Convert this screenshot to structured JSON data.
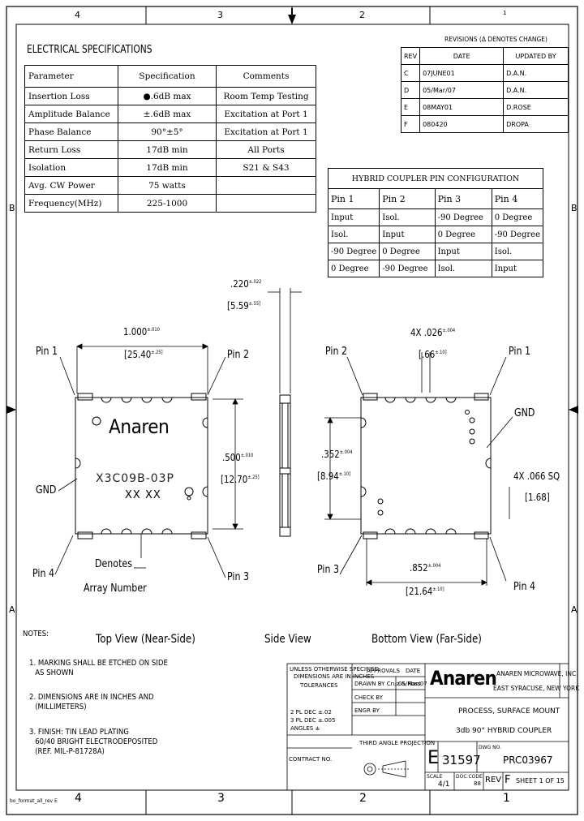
{
  "zones": {
    "top": [
      "4",
      "3",
      "2",
      "1"
    ],
    "bottom": [
      "4",
      "3",
      "2",
      "1"
    ],
    "left": [
      "B",
      "A"
    ],
    "right": [
      "B",
      "A"
    ]
  },
  "elec": {
    "title": "ELECTRICAL SPECIFICATIONS",
    "headers": [
      "Parameter",
      "Specification",
      "Comments"
    ],
    "rows": [
      [
        "Insertion Loss",
        "●.6dB max",
        "Room Temp Testing"
      ],
      [
        "Amplitude Balance",
        "±.6dB max",
        "Excitation at Port 1"
      ],
      [
        "Phase Balance",
        "90°±5°",
        "Excitation at Port 1"
      ],
      [
        "Return Loss",
        "17dB min",
        "All Ports"
      ],
      [
        "Isolation",
        "17dB min",
        "S21 & S43"
      ],
      [
        "Avg. CW Power",
        "75 watts",
        ""
      ],
      [
        "Frequency(MHz)",
        "225-1000",
        ""
      ]
    ]
  },
  "revisions": {
    "title": "REVISIONS (Δ DENOTES CHANGE)",
    "headers": [
      "REV",
      "DATE",
      "UPDATED BY"
    ],
    "rows": [
      [
        "C",
        "07JUNE01",
        "D.A.N."
      ],
      [
        "D",
        "05/Mar/07",
        "D.A.N."
      ],
      [
        "E",
        "08MAY01",
        "D.ROSE"
      ],
      [
        "F",
        "080420",
        "DROPA"
      ]
    ]
  },
  "pinconfig": {
    "title": "HYBRID COUPLER PIN CONFIGURATION",
    "headers": [
      "Pin 1",
      "Pin 2",
      "Pin 3",
      "Pin 4"
    ],
    "rows": [
      [
        "Input",
        "Isol.",
        "-90 Degree",
        "0 Degree"
      ],
      [
        "Isol.",
        "Input",
        "0 Degree",
        "-90 Degree"
      ],
      [
        "-90 Degree",
        "0 Degree",
        "Input",
        "Isol."
      ],
      [
        "0 Degree",
        "-90 Degree",
        "Isol.",
        "Input"
      ]
    ]
  },
  "top_view": {
    "pin1": "Pin 1",
    "pin2": "Pin 2",
    "pin3": "Pin 3",
    "pin4": "Pin 4",
    "gnd": "GND",
    "denotes_1": "Denotes",
    "denotes_2": "Array Number",
    "logo": "Anaren",
    "part": "X3C09B-03P",
    "array": "XX XX",
    "dim_w": "1.000",
    "dim_w_tol": "±.010",
    "dim_w_mm": "[25.40",
    "dim_w_mm_tol": "±.25]",
    "dim_h": ".500",
    "dim_h_tol": "±.010",
    "dim_h_mm": "[12.70",
    "dim_h_mm_tol": "±.25]",
    "side_t": ".220",
    "side_t_tol": "±.022",
    "side_t_mm": "[5.59",
    "side_t_mm_tol": "±.55]",
    "caption": "Top View (Near-Side)"
  },
  "side_view": {
    "caption": "Side View"
  },
  "bottom_view": {
    "pin1": "Pin 1",
    "pin2": "Pin 2",
    "pin3": "Pin 3",
    "pin4": "Pin 4",
    "gnd": "GND",
    "pad_w": "4X .026",
    "pad_w_tol": "±.004",
    "pad_w_mm": "[.66",
    "pad_w_mm_tol": "±.10]",
    "pitch": ".352",
    "pitch_tol": "±.004",
    "pitch_mm": "[8.94",
    "pitch_mm_tol": "±.10]",
    "sq": "4X .066 SQ",
    "sq_mm": "[1.68]",
    "span": ".852",
    "span_tol": "±.004",
    "span_mm": "[21.64",
    "span_mm_tol": "±.10]",
    "caption": "Bottom View (Far-Side)"
  },
  "notes": {
    "title": "NOTES:",
    "items": [
      [
        "1. MARKING SHALL BE ETCHED ON SIDE",
        "AS SHOWN"
      ],
      [
        "2. DIMENSIONS ARE IN INCHES AND",
        "(MILLIMETERS)"
      ],
      [
        "3. FINISH: TIN LEAD PLATING",
        "60/40 BRIGHT ELECTRODEPOSITED",
        "(REF. MIL-P-81728A)"
      ]
    ]
  },
  "title_block": {
    "unless": "UNLESS OTHERWISE SPECIFIED",
    "dims_in": "DIMENSIONS ARE IN INCHES",
    "tolerances": "TOLERANCES",
    "tol_2": "2 PL DEC ±.02",
    "tol_3": "3 PL DEC ±.005",
    "angles": "ANGLES ±",
    "contract": "CONTRACT NO.",
    "approvals": "APPROVALS",
    "drawn": "DRAWN BY",
    "drawn_val": "Cruz & Ross",
    "date_hdr": "DATE",
    "date_val": "05/Mar/07",
    "check": "CHECK BY",
    "engr": "ENGR BY",
    "third": "THIRD ANGLE PROJECTION",
    "logo": "Anaren",
    "company_1": "ANAREN MICROWAVE, INC",
    "company_2": "EAST SYRACUSE, NEW YORK",
    "desc_1": "PROCESS, SURFACE MOUNT",
    "desc_2": "3db 90° HYBRID COUPLER",
    "size": "E",
    "cage": "31597",
    "dwg_no_lbl": "DWG NO.",
    "dwg_no": "PRC03967",
    "scale_lbl": "SCALE",
    "scale_val": "4/1",
    "doc_lbl": "DOC CODE",
    "doc_val": "88",
    "rev_lbl": "REV",
    "rev_val": "F",
    "sheet": "SHEET 1 OF 15"
  },
  "footer": "bo_format_all_rev E"
}
